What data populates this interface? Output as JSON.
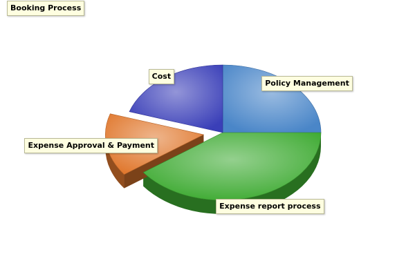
{
  "chart_data": {
    "type": "pie",
    "title": "Booking Process",
    "series": [
      {
        "name": "Booking Process",
        "slices": [
          {
            "label": "Policy Management",
            "value": 25,
            "color": "#4a86c8",
            "exploded": false
          },
          {
            "label": "Expense report process",
            "value": 40,
            "color": "#3daa31",
            "exploded": false
          },
          {
            "label": "Expense Approval & Payment",
            "value": 15,
            "color": "#e0782e",
            "exploded": true
          },
          {
            "label": "Cost",
            "value": 20,
            "color": "#3a3fb8",
            "exploded": false
          }
        ]
      }
    ],
    "style": "3d"
  }
}
